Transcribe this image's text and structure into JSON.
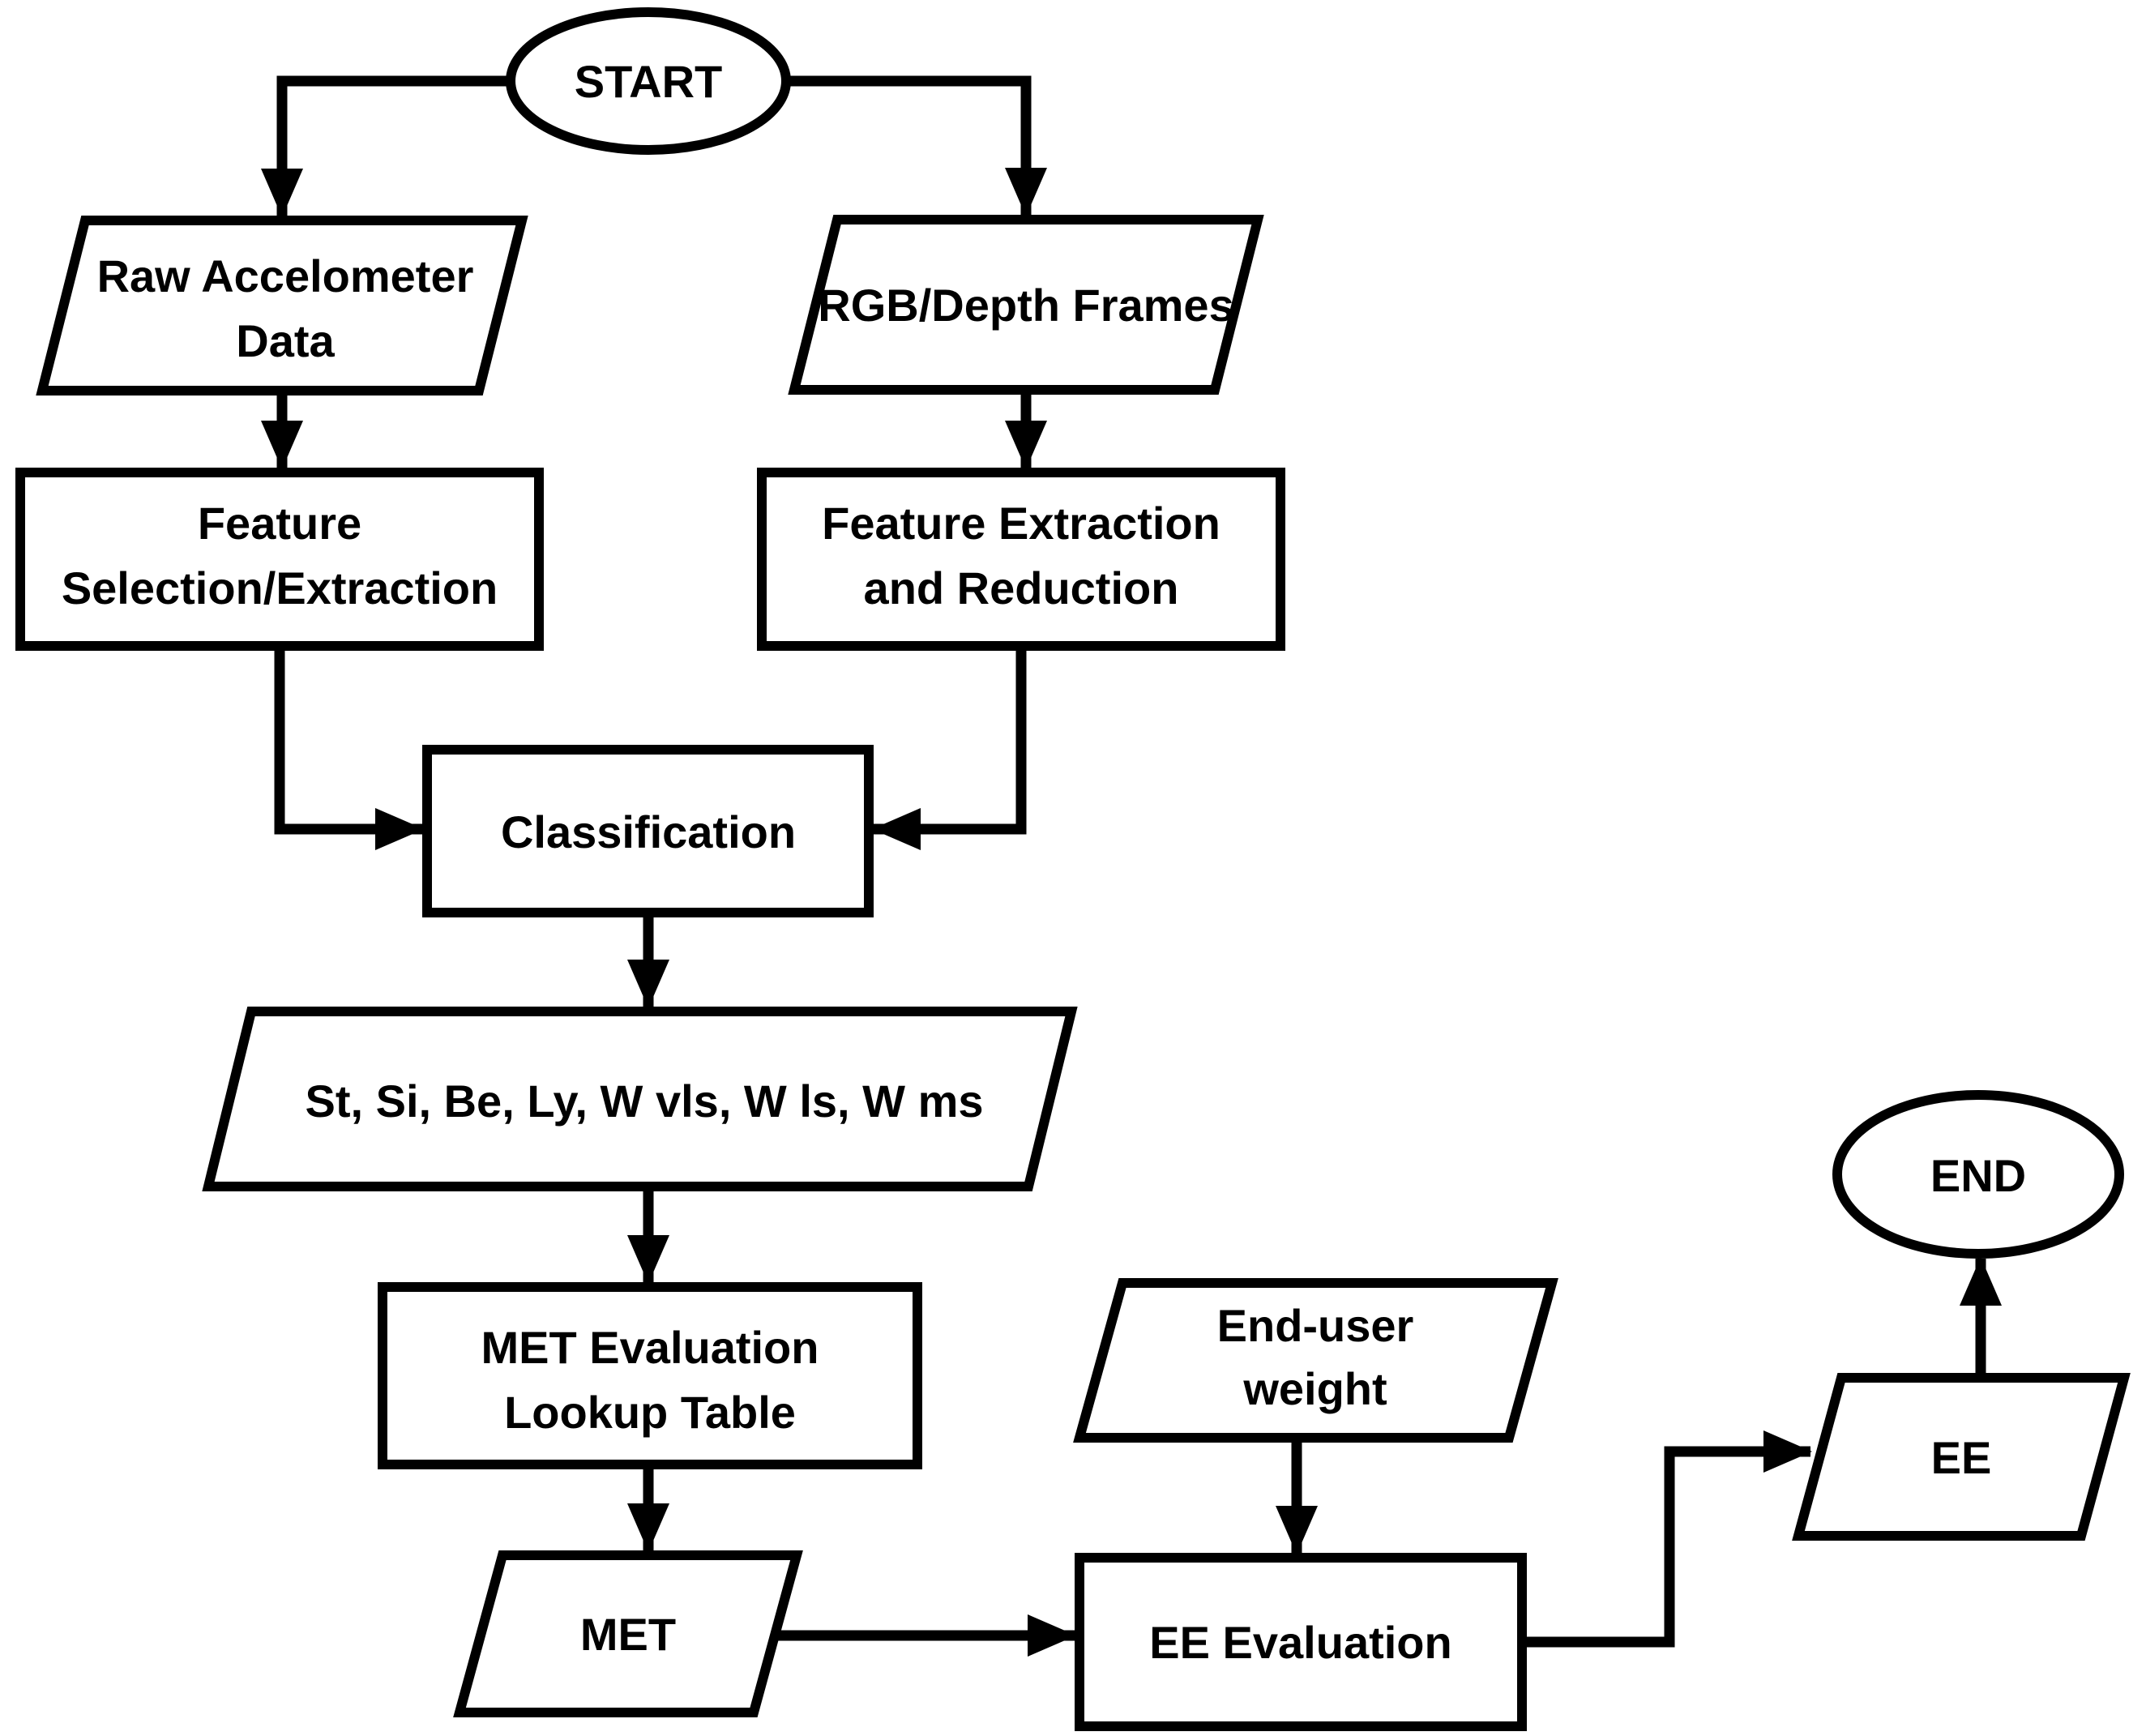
{
  "diagram": {
    "type": "flowchart",
    "colors": {
      "background": "#ffffff",
      "stroke": "#000000",
      "shape_fill": "#ffffff",
      "text": "#000000"
    },
    "nodes": {
      "start": {
        "shape": "ellipse",
        "label": "START"
      },
      "raw_accel": {
        "shape": "parallelogram",
        "lines": [
          "Raw Accelometer",
          "Data"
        ]
      },
      "rgb_depth": {
        "shape": "parallelogram",
        "lines": [
          "RGB/Depth Frames"
        ]
      },
      "feat_sel": {
        "shape": "rect",
        "lines": [
          "Feature",
          "Selection/Extraction"
        ]
      },
      "feat_ext": {
        "shape": "rect",
        "lines": [
          "Feature Extraction",
          "and Reduction"
        ]
      },
      "classification": {
        "shape": "rect",
        "label": "Classification"
      },
      "activity_classes": {
        "shape": "parallelogram",
        "label": "St, Si, Be, Ly, W vls, W ls, W ms"
      },
      "met_lookup": {
        "shape": "rect",
        "lines": [
          "MET Evaluation",
          "Lookup Table"
        ]
      },
      "met": {
        "shape": "parallelogram",
        "label": "MET"
      },
      "end_user_weight": {
        "shape": "parallelogram",
        "lines": [
          "End-user",
          "weight"
        ]
      },
      "ee_evaluation": {
        "shape": "rect",
        "label": "EE Evaluation"
      },
      "ee": {
        "shape": "parallelogram",
        "label": "EE"
      },
      "end": {
        "shape": "ellipse",
        "label": "END"
      }
    },
    "edges": [
      {
        "from": "start",
        "to": "raw_accel"
      },
      {
        "from": "start",
        "to": "rgb_depth"
      },
      {
        "from": "raw_accel",
        "to": "feat_sel"
      },
      {
        "from": "rgb_depth",
        "to": "feat_ext"
      },
      {
        "from": "feat_sel",
        "to": "classification"
      },
      {
        "from": "feat_ext",
        "to": "classification"
      },
      {
        "from": "classification",
        "to": "activity_classes"
      },
      {
        "from": "activity_classes",
        "to": "met_lookup"
      },
      {
        "from": "met_lookup",
        "to": "met"
      },
      {
        "from": "met",
        "to": "ee_evaluation"
      },
      {
        "from": "end_user_weight",
        "to": "ee_evaluation"
      },
      {
        "from": "ee_evaluation",
        "to": "ee"
      },
      {
        "from": "ee",
        "to": "end"
      }
    ]
  }
}
